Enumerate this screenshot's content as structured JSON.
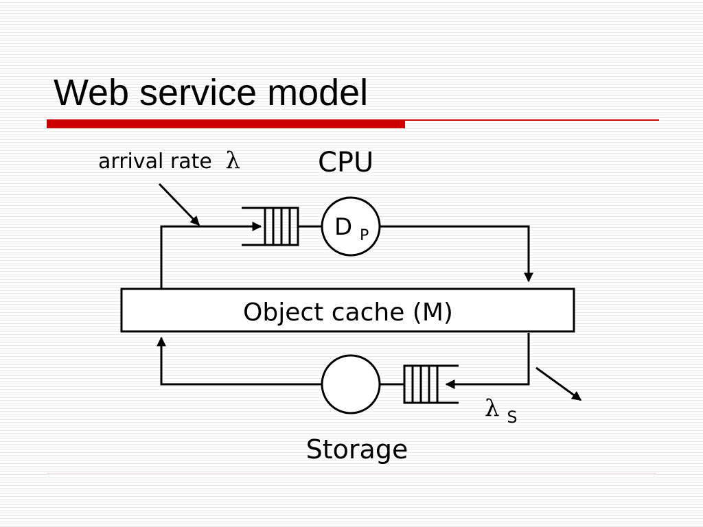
{
  "slide": {
    "title": "Web service model"
  },
  "diagram": {
    "arrival_label": "arrival rate",
    "arrival_symbol": "λ",
    "cpu_label": "CPU",
    "cpu_node_main": "D",
    "cpu_node_sub": "P",
    "cache_label": "Object cache (M)",
    "storage_label": "Storage",
    "storage_rate_symbol": "λ",
    "storage_rate_sub": "S"
  }
}
